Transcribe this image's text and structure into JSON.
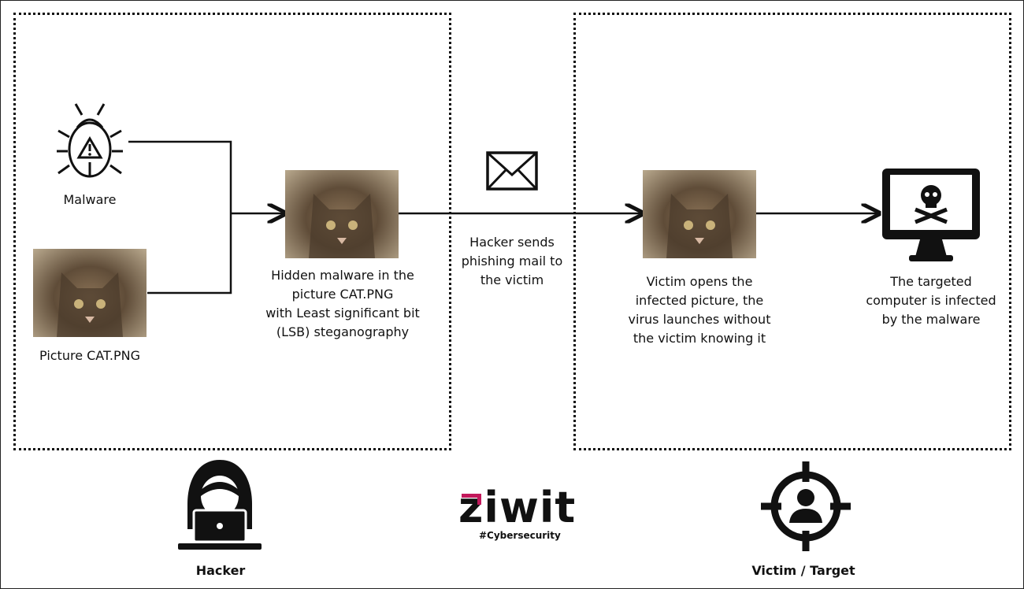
{
  "hacker_zone": {
    "malware_label": "Malware",
    "picture_label": "Picture CAT.PNG",
    "hidden_label": [
      "Hidden malware in the",
      "picture CAT.PNG",
      "with Least significant bit",
      "(LSB) steganography"
    ]
  },
  "transfer": {
    "label": [
      "Hacker sends",
      "phishing mail to",
      "the victim"
    ]
  },
  "victim_zone": {
    "opens_label": [
      "Victim opens the",
      "infected picture, the",
      "virus launches without",
      "the victim knowing it"
    ],
    "infected_label": [
      "The targeted",
      "computer is infected",
      "by the malware"
    ]
  },
  "footer": {
    "hacker": "Hacker",
    "victim": "Victim / Target",
    "logo": "ziwit",
    "tagline": "#Cybersecurity"
  },
  "colors": {
    "accent": "#c2185b"
  }
}
